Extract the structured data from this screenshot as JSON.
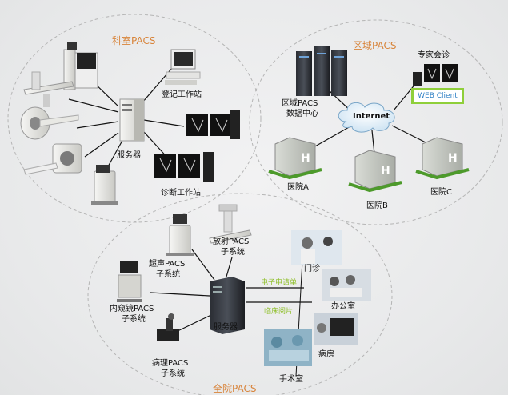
{
  "zones": {
    "department": "科室PACS",
    "regional": "区域PACS",
    "hospital": "全院PACS"
  },
  "department": {
    "registration": "登记工作站",
    "server": "服务器",
    "diagnosis": "诊断工作站"
  },
  "regional": {
    "data_center_line1": "区域PACS",
    "data_center_line2": "数据中心",
    "internet": "Internet",
    "expert": "专家会诊",
    "web_client": "WEB Client",
    "hospital_a": "医院A",
    "hospital_b": "医院B",
    "hospital_c": "医院C"
  },
  "hospital": {
    "ultrasound_line1": "超声PACS",
    "ultrasound_line2": "子系统",
    "radiology_line1": "放射PACS",
    "radiology_line2": "子系统",
    "endoscopy_line1": "内窥镜PACS",
    "endoscopy_line2": "子系统",
    "pathology_line1": "病理PACS",
    "pathology_line2": "子系统",
    "server": "服务器",
    "e_request": "电子申请单",
    "clinical_view": "临床阅片",
    "outpatient": "门诊",
    "office": "办公室",
    "ward": "病房",
    "surgery": "手术室"
  }
}
